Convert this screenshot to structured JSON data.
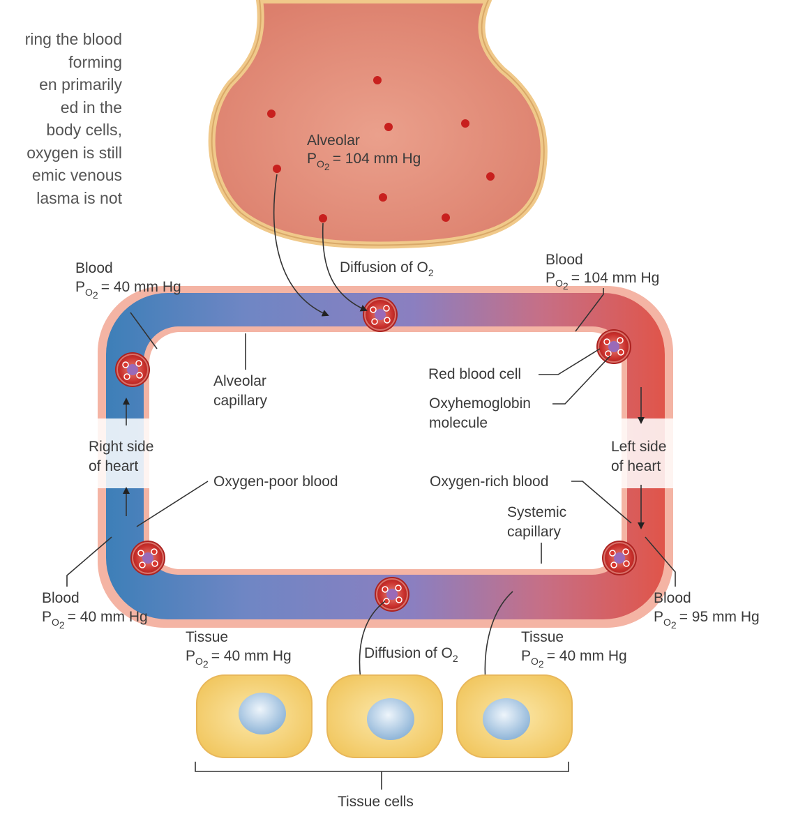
{
  "side_text": [
    "ring the blood",
    "forming",
    "en primarily",
    "ed in the",
    "body cells,",
    "oxygen is still",
    "emic venous",
    "lasma is not"
  ],
  "alveolus": {
    "label": "Alveolar",
    "po2_value": "= 104 mm Hg"
  },
  "diffusion_top": {
    "label": "Diffusion of O",
    "subscript": "2"
  },
  "diffusion_bottom": {
    "label": "Diffusion of O",
    "subscript": "2"
  },
  "blood_top_left": {
    "label": "Blood",
    "po2_value": "= 40 mm Hg"
  },
  "blood_top_right": {
    "label": "Blood",
    "po2_value": "= 104 mm Hg"
  },
  "blood_bottom_left": {
    "label": "Blood",
    "po2_value": "= 40 mm Hg"
  },
  "blood_bottom_right": {
    "label": "Blood",
    "po2_value": "= 95 mm Hg"
  },
  "alveolar_capillary": {
    "line1": "Alveolar",
    "line2": "capillary"
  },
  "red_blood_cell": "Red blood cell",
  "oxyhemoglobin": {
    "line1": "Oxyhemoglobin",
    "line2": "molecule"
  },
  "right_heart": {
    "line1": "Right side",
    "line2": "of heart"
  },
  "left_heart": {
    "line1": "Left side",
    "line2": "of heart"
  },
  "oxygen_poor": "Oxygen-poor blood",
  "oxygen_rich": "Oxygen-rich blood",
  "systemic_capillary": {
    "line1": "Systemic",
    "line2": "capillary"
  },
  "tissue_left": {
    "label": "Tissue",
    "po2_value": "= 40 mm Hg"
  },
  "tissue_right": {
    "label": "Tissue",
    "po2_value": "= 40 mm Hg"
  },
  "tissue_cells": "Tissue cells",
  "po2_symbol": {
    "p": "P",
    "o": "O",
    "two": "2"
  },
  "colors": {
    "alveolus_fill": "#e79883",
    "alveolus_rim": "#f0c98a",
    "oxygen_dot": "#c8201e",
    "vessel_blue": "#3d7fb8",
    "vessel_purple": "#8b7fc0",
    "vessel_red": "#e0554a",
    "tissue_cell": "#f6d67e",
    "nucleus": "#a9c8e4"
  }
}
